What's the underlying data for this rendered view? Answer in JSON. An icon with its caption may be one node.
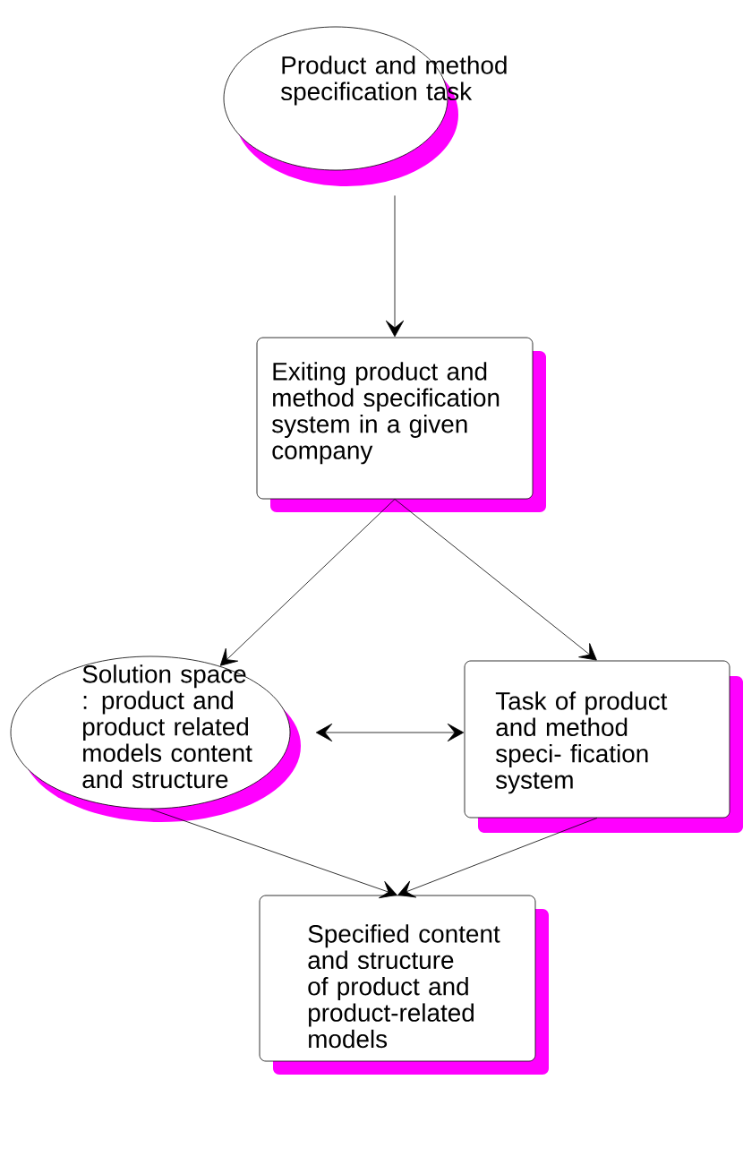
{
  "diagram": {
    "nodes": [
      {
        "text": [
          "Product and method specification task"
        ]
      },
      {
        "text": [
          "Exiting product and method specification system in a given company"
        ]
      },
      {
        "text": [
          "Solution space : product and product related models content and structure"
        ]
      },
      {
        "text": [
          "Task of product and method speci- fication system"
        ]
      },
      {
        "text": [
          "Specified content and structure of product and product-related models"
        ]
      }
    ],
    "edges": [
      {
        "from": 0,
        "to": 1,
        "arrow": "to"
      },
      {
        "from": 1,
        "to": 2,
        "arrow": "to"
      },
      {
        "from": 1,
        "to": 3,
        "arrow": "to"
      },
      {
        "from": 2,
        "to": 3,
        "arrow": "both"
      },
      {
        "from": 2,
        "to": 4,
        "arrow": "to"
      },
      {
        "from": 3,
        "to": 4,
        "arrow": "to"
      }
    ]
  }
}
